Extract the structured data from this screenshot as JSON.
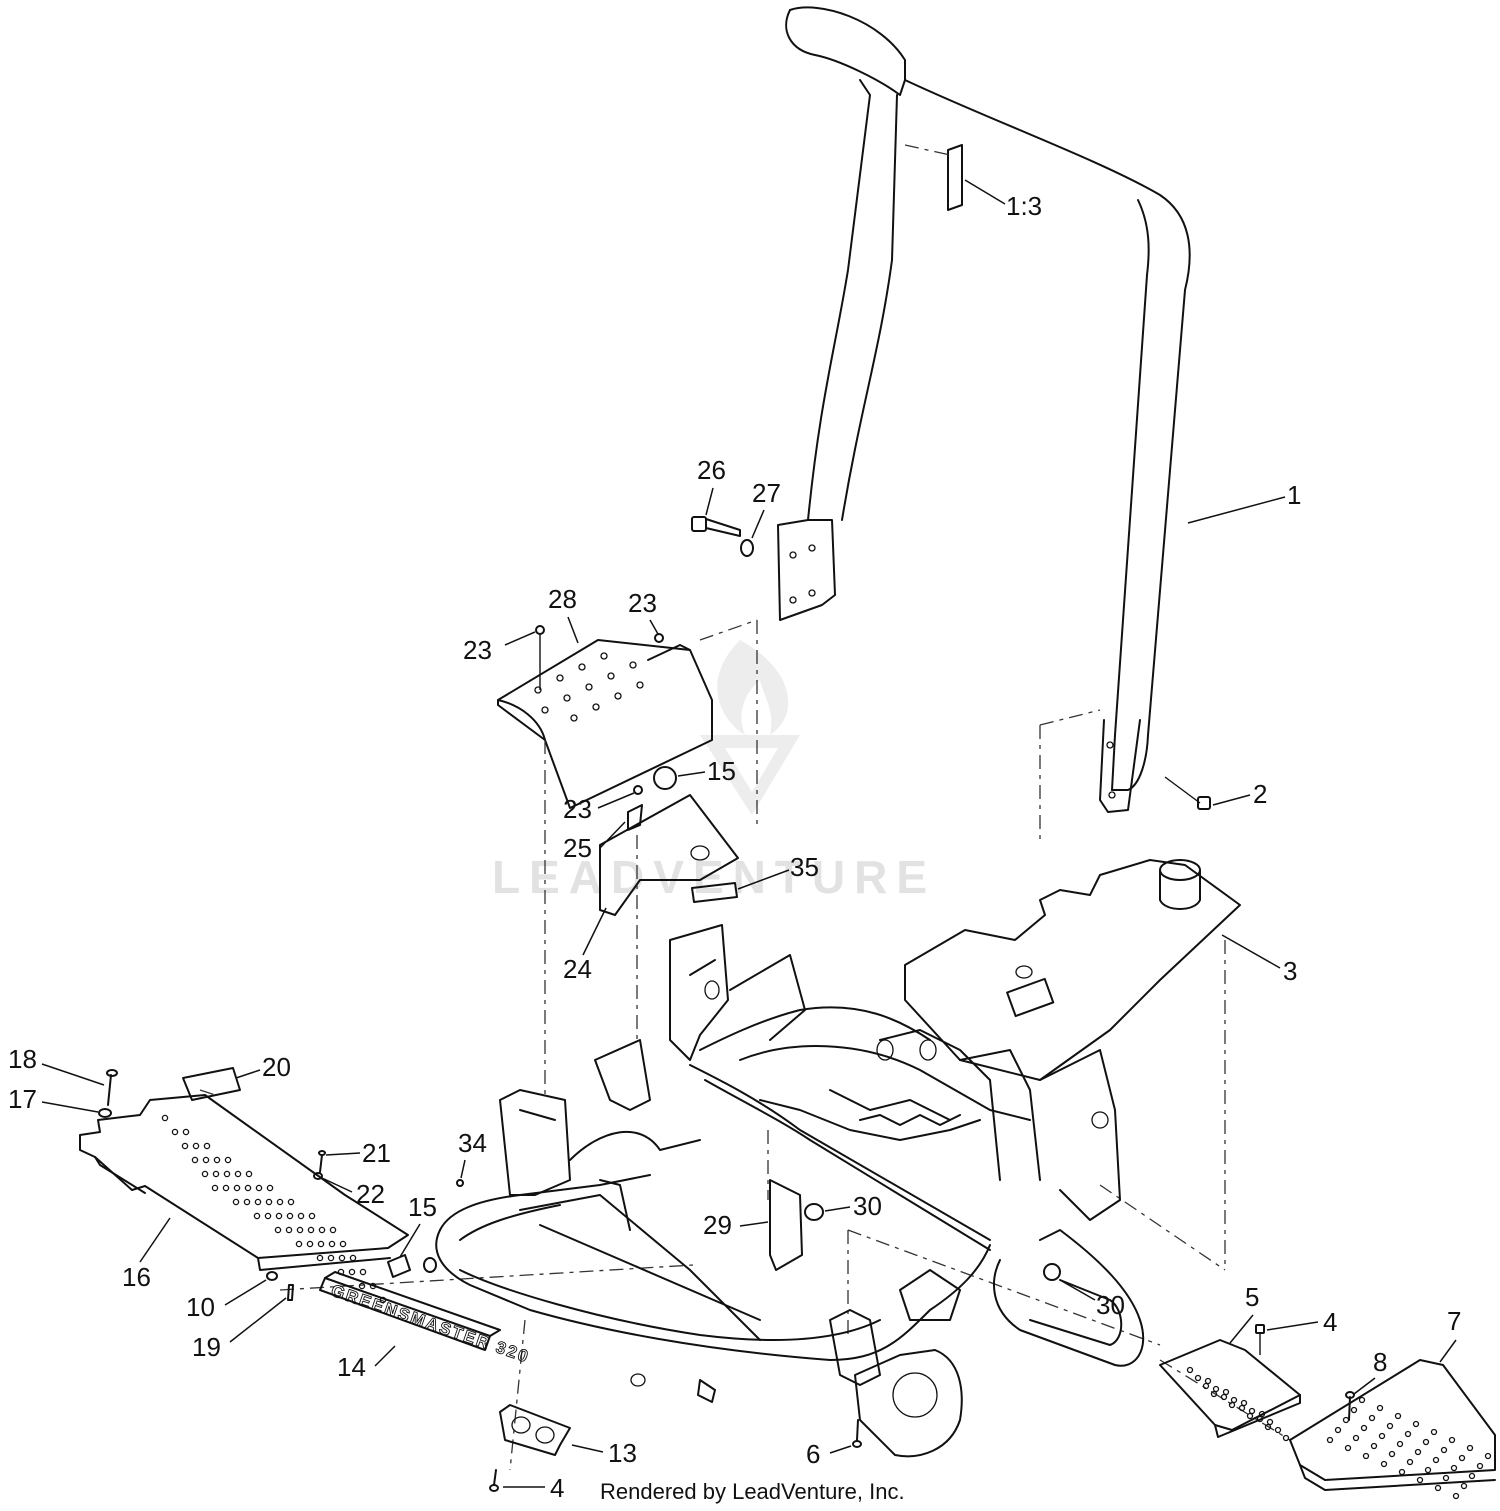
{
  "callouts": {
    "c1": "1",
    "c1_3": "1:3",
    "c2": "2",
    "c3": "3",
    "c4a": "4",
    "c4b": "4",
    "c5": "5",
    "c6": "6",
    "c7": "7",
    "c8": "8",
    "c10": "10",
    "c13": "13",
    "c14": "14",
    "c15a": "15",
    "c15b": "15",
    "c16": "16",
    "c17": "17",
    "c18": "18",
    "c19": "19",
    "c20": "20",
    "c21": "21",
    "c22": "22",
    "c23a": "23",
    "c23b": "23",
    "c23c": "23",
    "c24": "24",
    "c25": "25",
    "c26": "26",
    "c27": "27",
    "c28": "28",
    "c29": "29",
    "c30a": "30",
    "c30b": "30",
    "c34": "34",
    "c35": "35"
  },
  "decal_text": "GREENSMASTER 320",
  "watermark": "LEADVENTURE",
  "footer": "Rendered by LeadVenture, Inc."
}
